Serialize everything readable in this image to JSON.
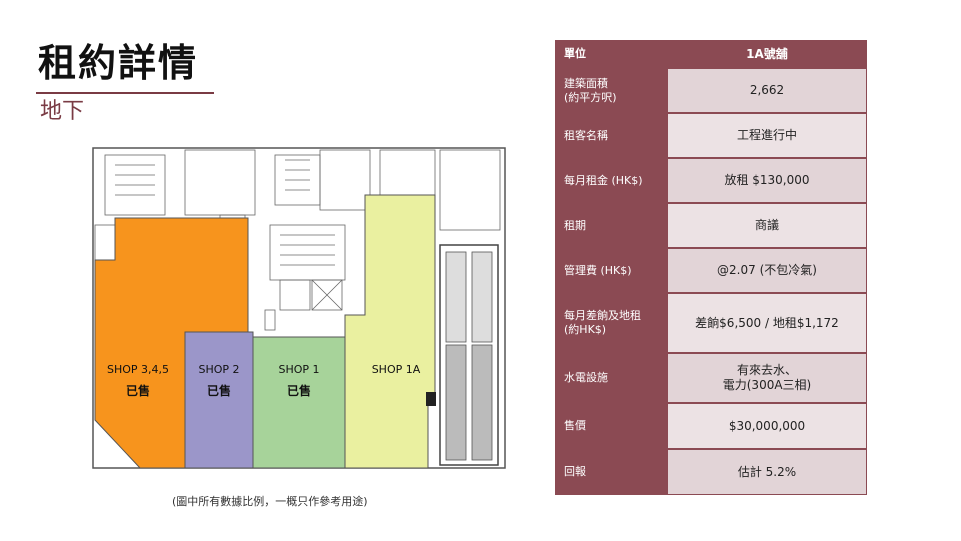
{
  "page": {
    "title": "租約詳情",
    "subtitle": "地下",
    "caption": "(圖中所有數據比例，一概只作參考用途)"
  },
  "plan": {
    "units": [
      {
        "name": "SHOP 3,4,5",
        "status": "已售"
      },
      {
        "name": "SHOP 2",
        "status": "已售"
      },
      {
        "name": "SHOP 1",
        "status": "已售"
      },
      {
        "name": "SHOP 1A",
        "status": ""
      }
    ],
    "colors": {
      "shop345": "#f7941d",
      "shop2": "#9b96c9",
      "shop1": "#a7d39a",
      "shop1a": "#eaf0a0"
    }
  },
  "table": {
    "header": {
      "label": "單位",
      "value": "1A號舖"
    },
    "rows": [
      {
        "label": "建築面積\n(約平方呎)",
        "value": "2,662"
      },
      {
        "label": "租客名稱",
        "value": "工程進行中"
      },
      {
        "label": "每月租金 (HK$)",
        "value": "放租 $130,000"
      },
      {
        "label": "租期",
        "value": "商議"
      },
      {
        "label": "管理費 (HK$)",
        "value": "@2.07 (不包冷氣)"
      },
      {
        "label": "每月差餉及地租\n(約HK$)",
        "value": "差餉$6,500 / 地租$1,172"
      },
      {
        "label": "水電設施",
        "value": "有來去水、\n電力(300A三相)"
      },
      {
        "label": "售價",
        "value": "$30,000,000"
      },
      {
        "label": "回報",
        "value": "估計 5.2%"
      }
    ],
    "colors": {
      "label_bg": "#8b4a53",
      "value_bg": "#e2d4d7"
    }
  }
}
